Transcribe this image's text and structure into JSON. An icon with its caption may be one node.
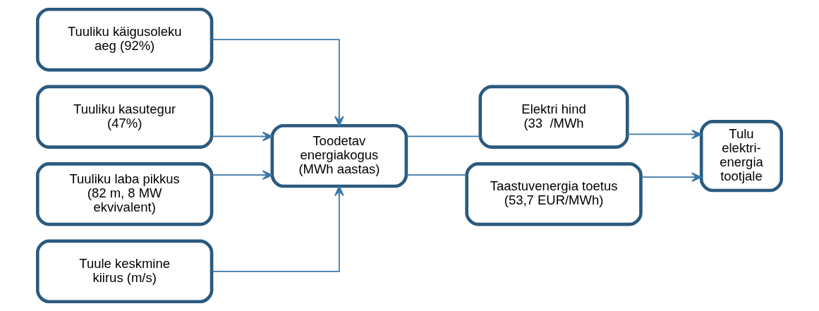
{
  "diagram": {
    "nodes": [
      {
        "text": [
          "Tuuliku käigusoleku aeg (92%)"
        ]
      },
      {
        "text": [
          "Tuuliku kasutegur (47%)"
        ]
      },
      {
        "text": [
          "Tuuliku laba pikkus (82 m, 8 MW ekvivalent)"
        ]
      },
      {
        "text": [
          "Tuule keskmine kiirus (m/s)"
        ]
      },
      {
        "text": [
          "Toodetav energiakogus (MWh aastas)"
        ]
      },
      {
        "text": [
          "Elektri hind (33  /MWh"
        ]
      },
      {
        "text": [
          "Taastuvenergia toetus (53,7 EUR/MWh)"
        ]
      },
      {
        "text": [
          "Tulu elektri- energia tootjale"
        ]
      }
    ],
    "edges": [
      {
        "from": 0,
        "to": 4,
        "arrow": "to"
      },
      {
        "from": 1,
        "to": 4,
        "arrow": "to"
      },
      {
        "from": 2,
        "to": 4,
        "arrow": "to"
      },
      {
        "from": 3,
        "to": 4,
        "arrow": "to"
      },
      {
        "from": 4,
        "to": 5,
        "arrow": "none"
      },
      {
        "from": 4,
        "to": 6,
        "arrow": "none"
      },
      {
        "from": 5,
        "to": 7,
        "arrow": "to"
      },
      {
        "from": 6,
        "to": 7,
        "arrow": "to"
      }
    ]
  }
}
